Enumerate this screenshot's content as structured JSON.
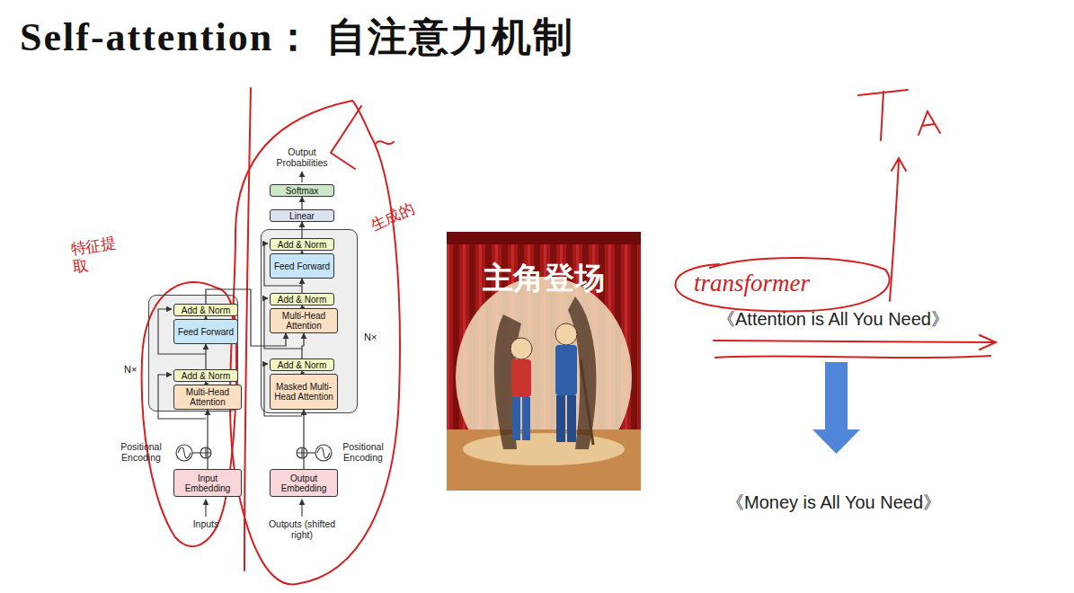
{
  "diagram": {
    "title": "Self-attention： 自注意力机制",
    "nodes": [
      {
        "text": [
          "N×"
        ]
      },
      {
        "text": [
          "Add & Norm"
        ],
        "in": 0
      },
      {
        "text": [
          "Feed Forward"
        ],
        "in": 0
      },
      {
        "text": [
          "Add & Norm"
        ],
        "in": 0
      },
      {
        "text": [
          "Multi-Head Attention"
        ],
        "in": 0
      },
      {
        "text": [
          "Input Embedding"
        ]
      },
      {
        "text": [
          "N×"
        ]
      },
      {
        "text": [
          "Add & Norm"
        ],
        "in": 6
      },
      {
        "text": [
          "Feed Forward"
        ],
        "in": 6
      },
      {
        "text": [
          "Add & Norm"
        ],
        "in": 6
      },
      {
        "text": [
          "Multi-Head Attention"
        ],
        "in": 6
      },
      {
        "text": [
          "Add & Norm"
        ],
        "in": 6
      },
      {
        "text": [
          "Masked Multi-Head Attention"
        ],
        "in": 6
      },
      {
        "text": [
          "Output Embedding"
        ]
      },
      {
        "text": [
          "Linear"
        ]
      },
      {
        "text": [
          "Softmax"
        ]
      }
    ],
    "edges": [
      {
        "from": 5,
        "to": 4,
        "arrow": "to"
      },
      {
        "from": 4,
        "to": 3,
        "arrow": "to"
      },
      {
        "from": 3,
        "to": 2,
        "arrow": "to"
      },
      {
        "from": 2,
        "to": 1,
        "arrow": "to"
      },
      {
        "from": 1,
        "to": 10,
        "arrow": "to"
      },
      {
        "from": 13,
        "to": 12,
        "arrow": "to"
      },
      {
        "from": 12,
        "to": 11,
        "arrow": "to"
      },
      {
        "from": 11,
        "to": 10,
        "arrow": "to"
      },
      {
        "from": 10,
        "to": 9,
        "arrow": "to"
      },
      {
        "from": 9,
        "to": 8,
        "arrow": "to"
      },
      {
        "from": 8,
        "to": 7,
        "arrow": "to"
      },
      {
        "from": 7,
        "to": 14,
        "arrow": "to"
      },
      {
        "from": 14,
        "to": 15,
        "arrow": "to"
      }
    ],
    "labels": [
      "Positional Encoding",
      "Positional Encoding",
      "Inputs",
      "Outputs (shifted right)",
      "Output Probabilities",
      "特征提取",
      "生成的",
      "主角登场",
      "transformer",
      "《Attention is All You Need》",
      "《Money is All You Need》"
    ]
  }
}
